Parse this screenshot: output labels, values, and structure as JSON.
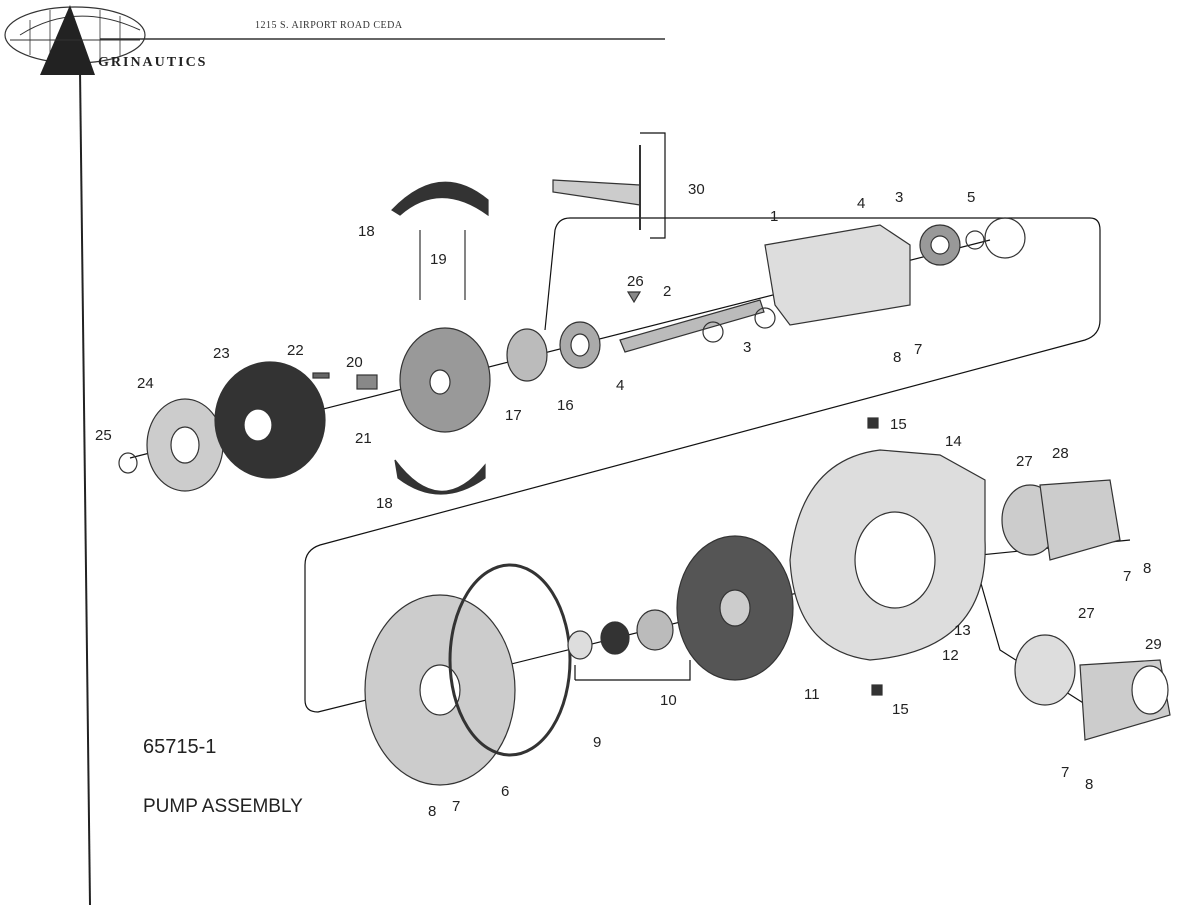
{
  "header": {
    "address": "1215 S. AIRPORT ROAD   CEDA",
    "brand_logo_letter": "A",
    "brand_text": "GRINAUTICS"
  },
  "drawing": {
    "part_number": "65715-1",
    "title": "PUMP ASSEMBLY",
    "callouts": [
      "30",
      "1",
      "4",
      "3",
      "5",
      "18",
      "19",
      "26",
      "2",
      "3",
      "8",
      "7",
      "22",
      "23",
      "20",
      "4",
      "24",
      "16",
      "17",
      "21",
      "25",
      "15",
      "14",
      "18",
      "27",
      "28",
      "8",
      "7",
      "13",
      "12",
      "27",
      "29",
      "10",
      "11",
      "15",
      "9",
      "6",
      "7",
      "8",
      "7",
      "8"
    ]
  }
}
